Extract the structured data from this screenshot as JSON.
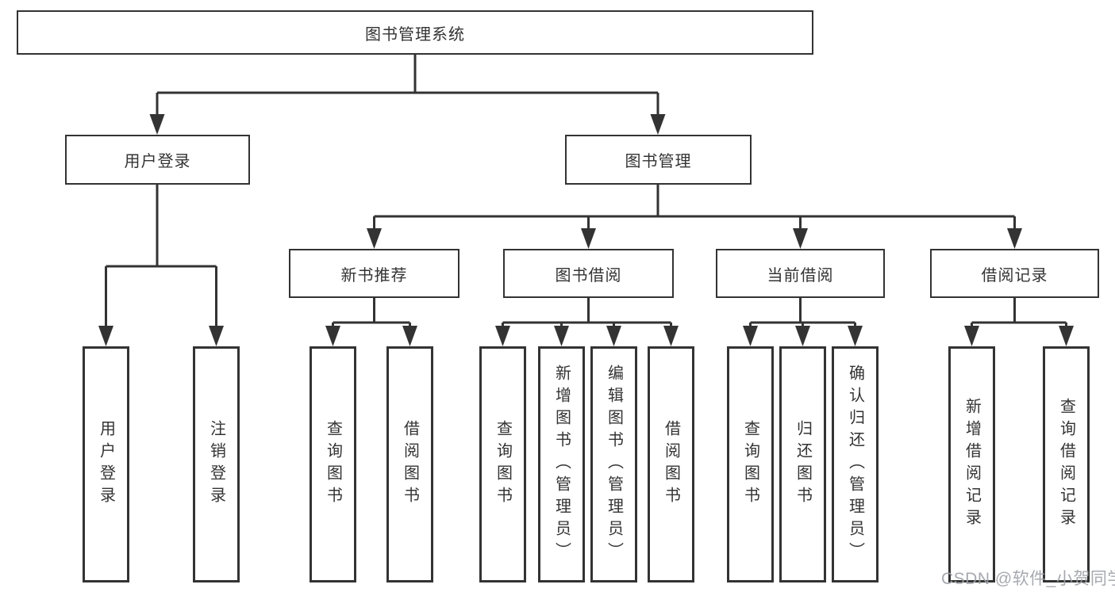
{
  "diagram_title": "图书管理系统",
  "nodes": {
    "root": {
      "label": "图书管理系统"
    },
    "level2": [
      {
        "label": "用户登录"
      },
      {
        "label": "图书管理"
      }
    ],
    "level3": [
      {
        "label": "新书推荐",
        "parent": "图书管理"
      },
      {
        "label": "图书借阅",
        "parent": "图书管理"
      },
      {
        "label": "当前借阅",
        "parent": "图书管理"
      },
      {
        "label": "借阅记录",
        "parent": "图书管理"
      }
    ],
    "leaves": [
      {
        "label": "用户登录",
        "parent": "用户登录"
      },
      {
        "label": "注销登录",
        "parent": "用户登录"
      },
      {
        "label": "查询图书",
        "parent": "新书推荐"
      },
      {
        "label": "借阅图书",
        "parent": "新书推荐"
      },
      {
        "label": "查询图书",
        "parent": "图书借阅"
      },
      {
        "label": "新增图书（管理员）",
        "parent": "图书借阅"
      },
      {
        "label": "编辑图书（管理员）",
        "parent": "图书借阅"
      },
      {
        "label": "借阅图书",
        "parent": "图书借阅"
      },
      {
        "label": "查询图书",
        "parent": "当前借阅"
      },
      {
        "label": "归还图书",
        "parent": "当前借阅"
      },
      {
        "label": "确认归还（管理员）",
        "parent": "当前借阅"
      },
      {
        "label": "新增借阅记录",
        "parent": "借阅记录"
      },
      {
        "label": "查询借阅记录",
        "parent": "借阅记录"
      }
    ]
  },
  "watermark": {
    "text": "CSDN @软件_小贺同学",
    "color": "#9ea0a8"
  },
  "colors": {
    "line": "#333333",
    "border": "#333333",
    "text": "#333333",
    "background": "#ffffff"
  }
}
